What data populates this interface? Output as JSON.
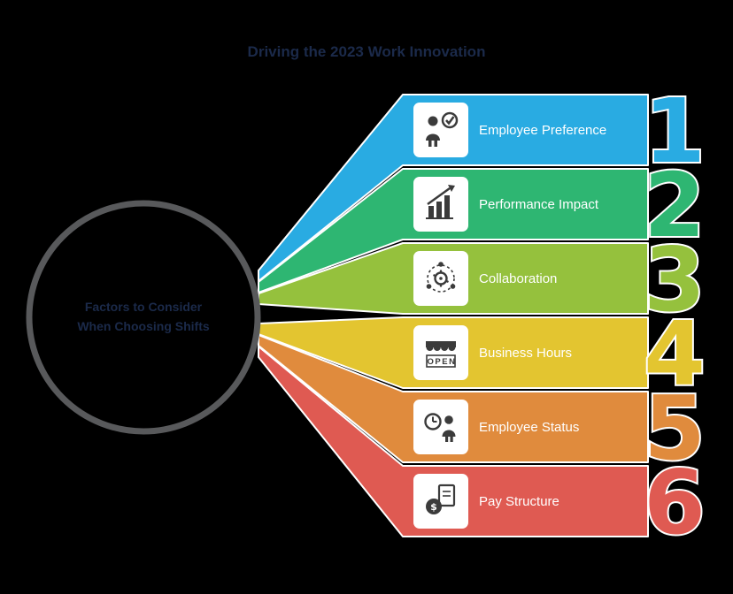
{
  "title": "Driving the 2023 Work Innovation",
  "center": {
    "line1": "Factors to Consider",
    "line2": "When Choosing Shifts"
  },
  "items": [
    {
      "number": "1",
      "label": "Employee Preference",
      "color": "#29ABE2",
      "icon": "employee-preference-icon"
    },
    {
      "number": "2",
      "label": "Performance Impact",
      "color": "#2EB672",
      "icon": "performance-impact-icon"
    },
    {
      "number": "3",
      "label": "Collaboration",
      "color": "#95C13D",
      "icon": "collaboration-icon"
    },
    {
      "number": "4",
      "label": "Business Hours",
      "color": "#E3C530",
      "icon": "business-hours-icon"
    },
    {
      "number": "5",
      "label": "Employee Status",
      "color": "#E08B3D",
      "icon": "employee-status-icon"
    },
    {
      "number": "6",
      "label": "Pay Structure",
      "color": "#DF5A52",
      "icon": "pay-structure-icon"
    }
  ],
  "icon_open_sign": "OPEN",
  "icon_dollar_sign": "$",
  "colors": {
    "background": "#000000",
    "circle_stroke": "#58595B",
    "title_text": "#1B2A4A",
    "center_text": "#1B2A4A",
    "label_text": "#FFFFFF",
    "icon_color": "#3B3B3B",
    "icon_box": "#FFFFFF"
  }
}
